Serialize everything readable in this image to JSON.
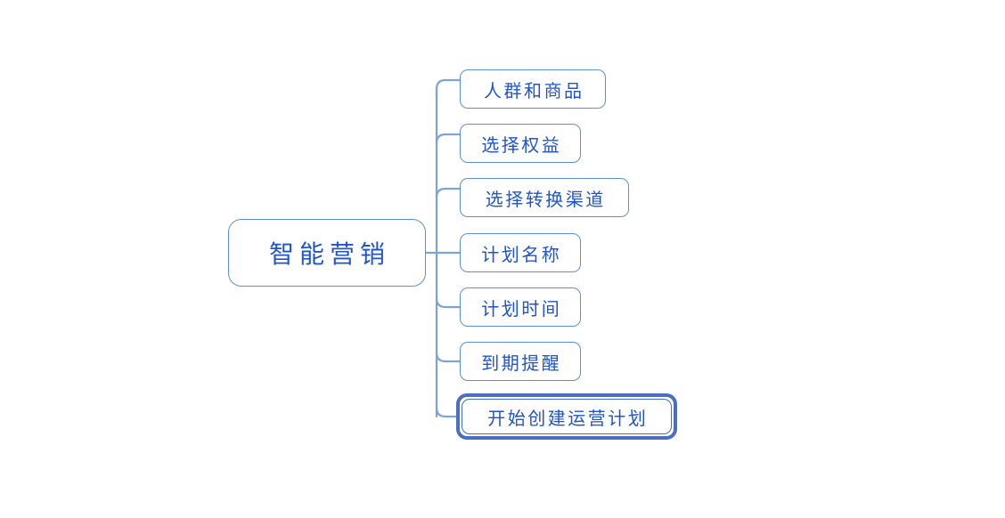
{
  "diagram": {
    "type": "mind-map",
    "title": "智能营销",
    "background_color": "#ffffff",
    "node_border_color": "#5b8fd4",
    "node_text_color": "#1f55c8",
    "connector_color": "#7fa3d8",
    "highlight_ring_color": "#4a6fbf",
    "root": {
      "label": "智能营销"
    },
    "children": [
      {
        "label": "人群和商品",
        "highlighted": false
      },
      {
        "label": "选择权益",
        "highlighted": false
      },
      {
        "label": "选择转换渠道",
        "highlighted": false
      },
      {
        "label": "计划名称",
        "highlighted": false
      },
      {
        "label": "计划时间",
        "highlighted": false
      },
      {
        "label": "到期提醒",
        "highlighted": false
      },
      {
        "label": "开始创建运营计划",
        "highlighted": true
      }
    ]
  }
}
